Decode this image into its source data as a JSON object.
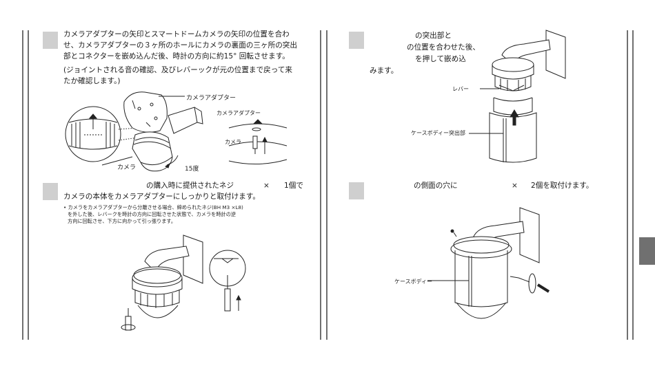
{
  "step1": {
    "line1": "カメラアダプターの矢印とスマートドームカメラの矢印の位置を合わ",
    "line2": "せ、カメラアダプターの３ヶ所のホールにカメラの裏面の三ヶ所の突出",
    "line3": "部とコネクターを嵌め込んだ後、時計の方向に約15° 回転させます。",
    "note1": "(ジョイントされる音の確認、及びレバーックが元の位置まで戻って来",
    "note2": "たか確認します。)",
    "fig_label_adapter": "カメラアダプター",
    "fig_label_camera": "カメラ",
    "fig_label_angle": "15度",
    "fig_label_adapter2": "カメラアダプター",
    "fig_label_camera2": "カメラ"
  },
  "step2": {
    "line1a": "の購入時に提供されたネジ",
    "line1b": "×",
    "line1c": "1個で",
    "line2": "カメラの本体をカメラアダプターにしっかりと取付けます。",
    "bullet1": "• カメラをカメラアダプターから分離させる場合、締められたネジ(BH M3 ×L8)",
    "bullet2": "を外した後、レバークを時計の方向に回転させた状態で、カメラを時計の逆",
    "bullet3": "方向に回転させ、下方に向かって引っ張ります。"
  },
  "step3": {
    "line1": "の突出部と",
    "line2": "の位置を合わせた後、",
    "line3": "を押して嵌め込",
    "line4": "みます。",
    "fig_label_lever": "レバー",
    "fig_label_case": "ケースボディー突出部"
  },
  "step4": {
    "line1a": "の側面の穴に",
    "line1b": "×",
    "line1c": "2個を取付けます。",
    "fig_label_case": "ケースボディー"
  }
}
